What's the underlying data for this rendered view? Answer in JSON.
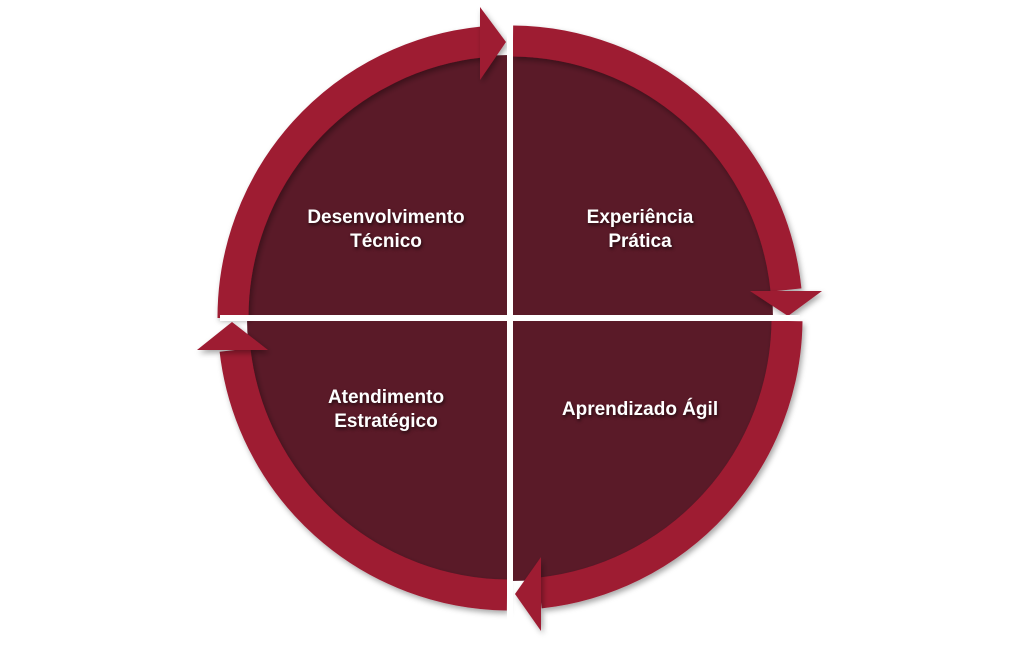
{
  "colors": {
    "ring": "#9e1a32",
    "inner": "#5a1a28",
    "gap": "#ffffff"
  },
  "quadrants": [
    {
      "id": "top-left",
      "line1": "Desenvolvimento",
      "line2": "Técnico"
    },
    {
      "id": "top-right",
      "line1": "Experiência",
      "line2": "Prática"
    },
    {
      "id": "bottom-left",
      "line1": "Atendimento",
      "line2": "Estratégico"
    },
    {
      "id": "bottom-right",
      "line1": "Aprendizado Ágil",
      "line2": ""
    }
  ]
}
